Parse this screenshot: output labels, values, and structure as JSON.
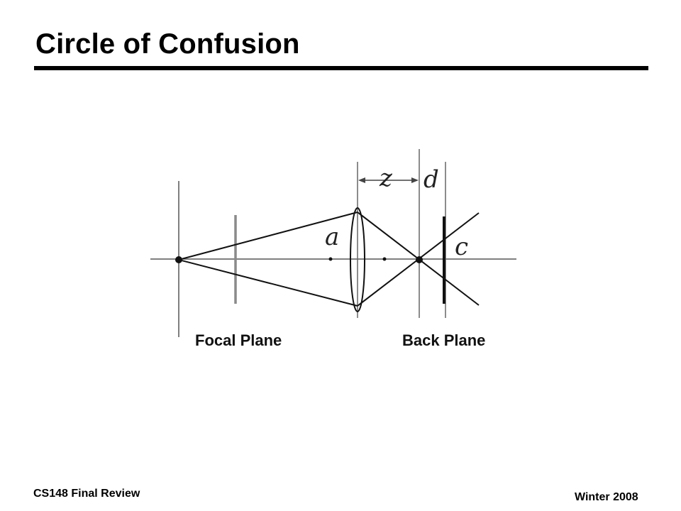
{
  "slide": {
    "title": "Circle of Confusion"
  },
  "diagram": {
    "labels": {
      "z": "z",
      "d": "d",
      "a": "a",
      "c": "c",
      "focal_plane": "Focal Plane",
      "back_plane": "Back Plane"
    }
  },
  "footer": {
    "course": "CS148 Final Review",
    "term": "Winter 2008"
  }
}
